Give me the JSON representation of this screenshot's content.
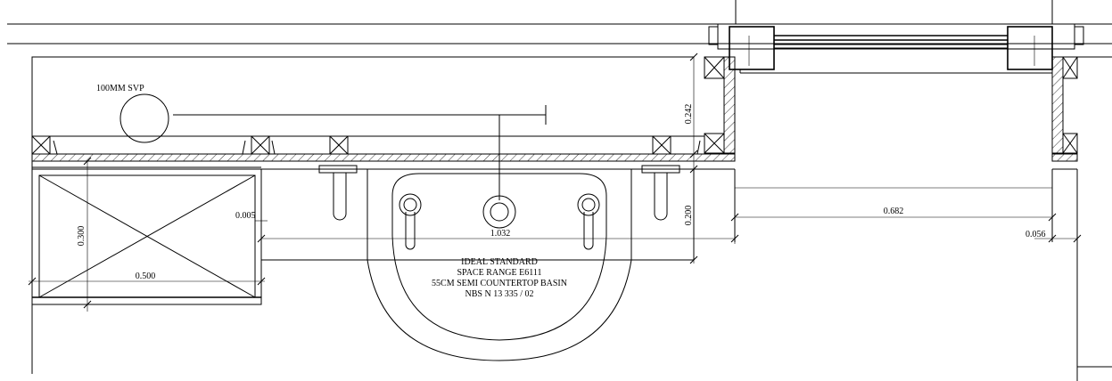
{
  "annotations": {
    "svp_label": "100MM SVP",
    "basin_note_1": "IDEAL STANDARD",
    "basin_note_2": "SPACE RANGE E6111",
    "basin_note_3": "55CM SEMI COUNTERTOP BASIN",
    "basin_note_4": "NBS N 13 335 / 02"
  },
  "dimensions": {
    "d_0242": "0.242",
    "d_0200": "0.200",
    "d_0005": "0.005",
    "d_1032": "1.032",
    "d_0682": "0.682",
    "d_0056": "0.056",
    "d_0300": "0.300",
    "d_0500": "0.500"
  },
  "colors": {
    "line": "#000000",
    "background": "#ffffff"
  }
}
